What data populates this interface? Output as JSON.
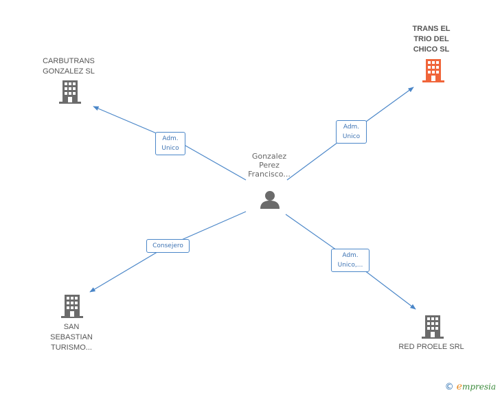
{
  "colors": {
    "edge": "#4a86c8",
    "building": "#6b6b6b",
    "building_highlight": "#f0653a",
    "person": "#6b6b6b"
  },
  "center": {
    "name_lines": [
      "Gonzalez",
      "Perez",
      "Francisco..."
    ],
    "icon": "person-icon"
  },
  "companies": [
    {
      "id": "carbutrans",
      "lines": [
        "CARBUTRANS",
        "GONZALEZ SL"
      ],
      "highlight": false,
      "icon": "building-icon"
    },
    {
      "id": "trans-el-trio",
      "lines": [
        "TRANS EL",
        "TRIO DEL",
        "CHICO SL"
      ],
      "highlight": true,
      "icon": "building-icon"
    },
    {
      "id": "san-sebastian",
      "lines": [
        "SAN",
        "SEBASTIAN",
        "TURISMO..."
      ],
      "highlight": false,
      "icon": "building-icon"
    },
    {
      "id": "red-proele",
      "lines": [
        "RED PROELE SRL"
      ],
      "highlight": false,
      "icon": "building-icon"
    }
  ],
  "relations": [
    {
      "to": "carbutrans",
      "label_lines": [
        "Adm.",
        "Unico"
      ]
    },
    {
      "to": "trans-el-trio",
      "label_lines": [
        "Adm.",
        "Unico"
      ]
    },
    {
      "to": "san-sebastian",
      "label_lines": [
        "Consejero"
      ]
    },
    {
      "to": "red-proele",
      "label_lines": [
        "Adm.",
        "Unico,..."
      ]
    }
  ],
  "brand": {
    "copyright": "©",
    "initial": "e",
    "rest": "mpresia"
  }
}
